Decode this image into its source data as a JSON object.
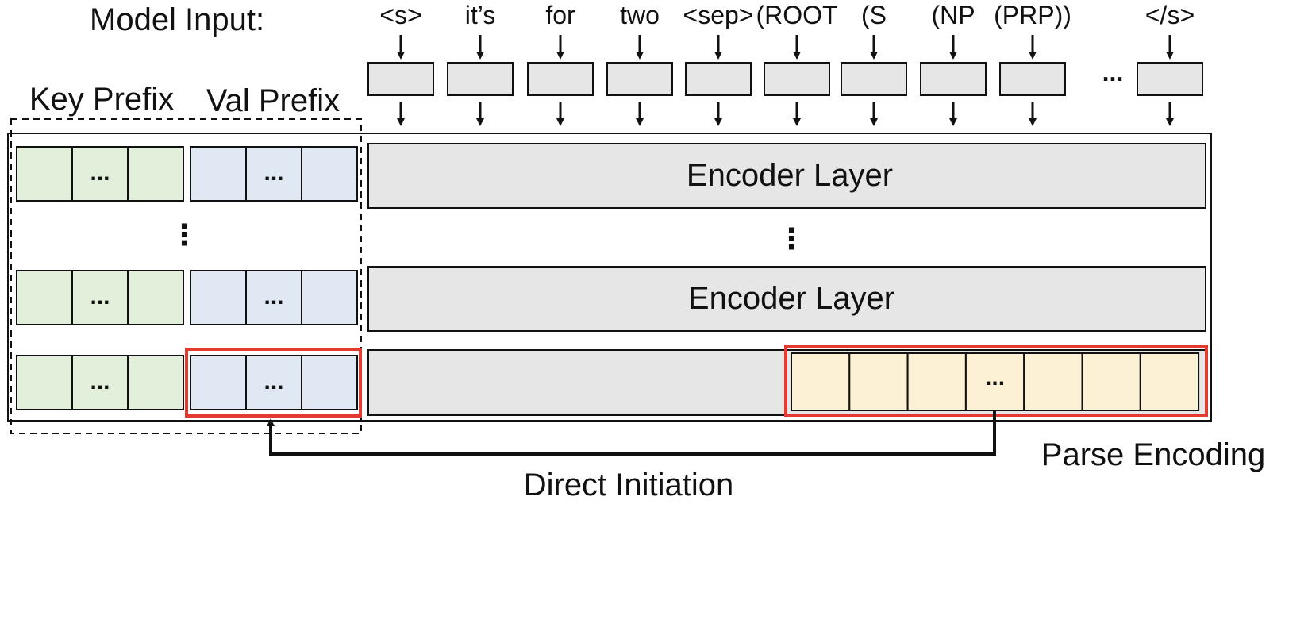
{
  "title": "Model Input:",
  "tokens": [
    "<s>",
    "it’s",
    "for",
    "two",
    "<sep>",
    "(ROOT",
    "(S",
    "(NP",
    "(PRP))",
    "...",
    "</s>"
  ],
  "token_gap_label": "...",
  "prefix_labels": {
    "key": "Key Prefix",
    "val": "Val Prefix"
  },
  "prefix_cell_label": "...",
  "vertical_ellipsis": "⋮",
  "encoder_layer_label": "Encoder Layer",
  "parse_cell_label": "...",
  "parse_encoding_label": "Parse Encoding",
  "direct_initiation_label": "Direct Initiation",
  "colors": {
    "key_fill": "#e2efda",
    "val_fill": "#dfe8f3",
    "encoder_fill": "#e6e6e6",
    "parse_fill": "#fcf1d4",
    "highlight": "#e53a2f",
    "stroke": "#111111"
  }
}
